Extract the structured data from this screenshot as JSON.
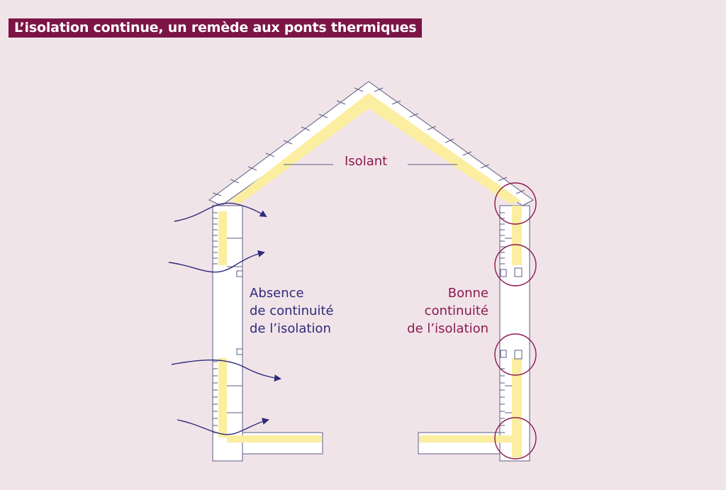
{
  "title": "L’isolation continue, un remède aux ponts thermiques",
  "labels": {
    "isolant": "Isolant",
    "left": [
      "Absence",
      "de continuité",
      "de l’isolation"
    ],
    "right": [
      "Bonne",
      "continuité",
      "de l’isolation"
    ]
  },
  "colors": {
    "title_bg": "#7c1546",
    "background": "#f1e4e9",
    "insulation": "#fbeea0",
    "arrow": "#2e2a7a",
    "highlight_circle": "#8b1a4f",
    "outline": "#5d5b86"
  }
}
